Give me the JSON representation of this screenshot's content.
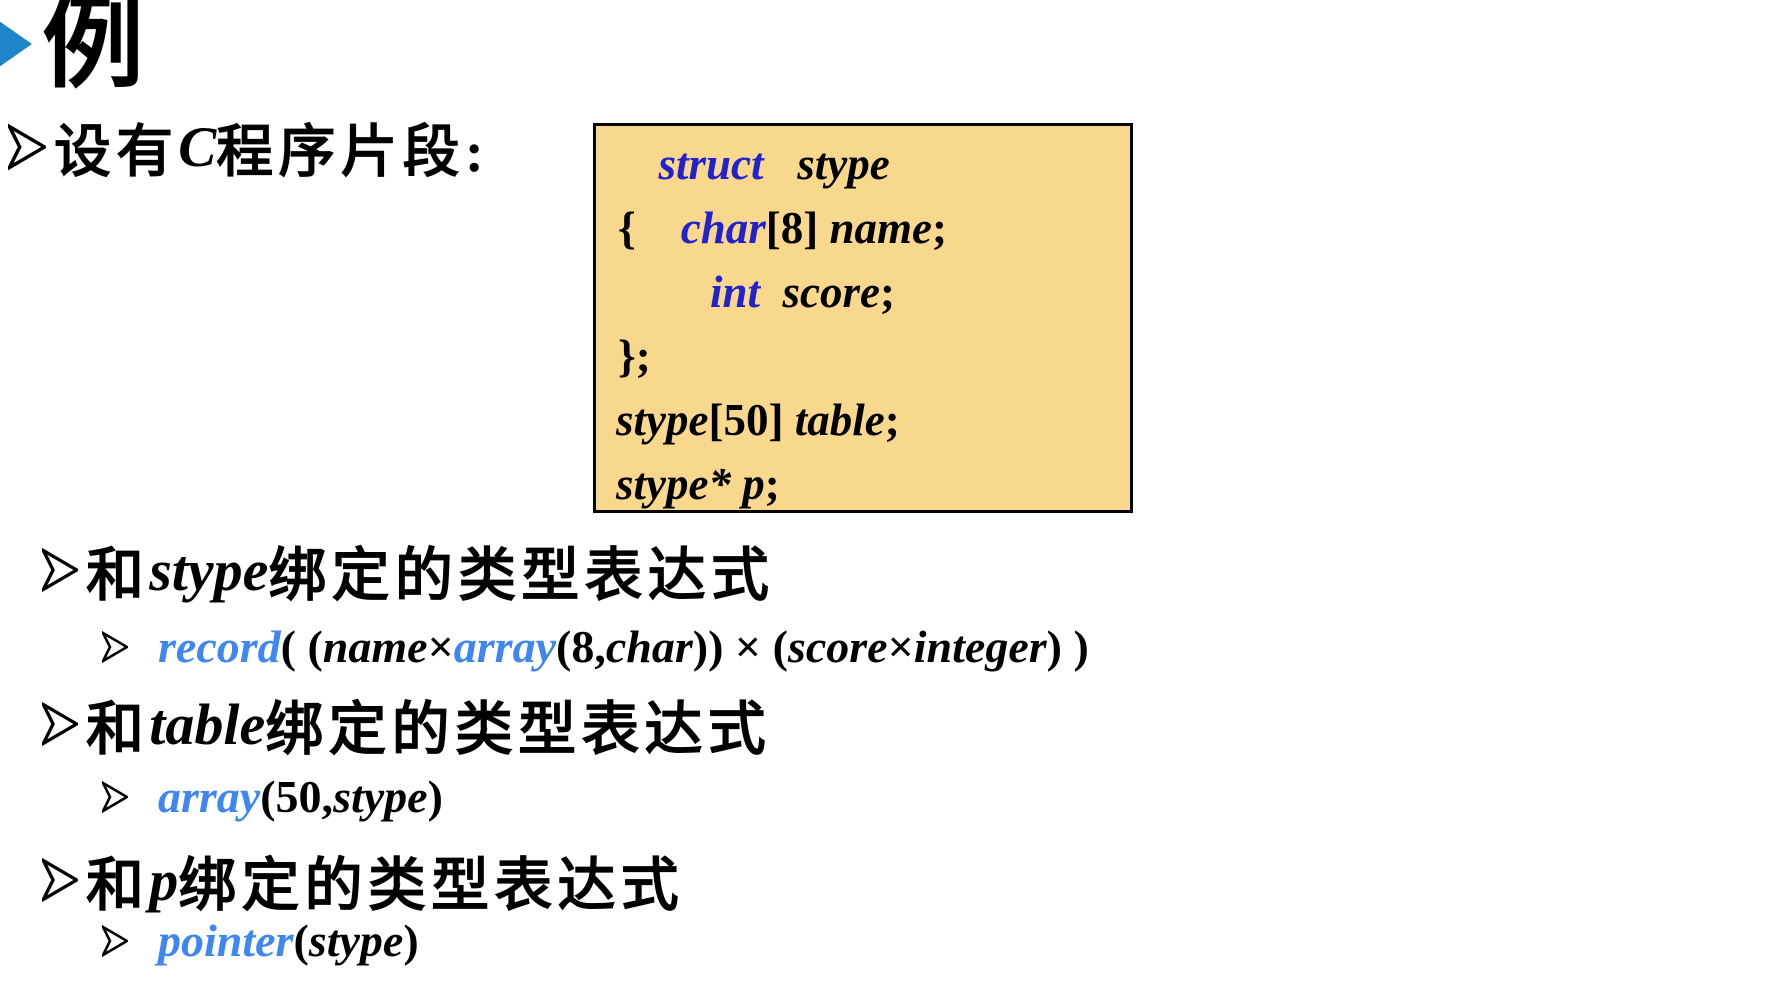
{
  "colors": {
    "title_arrow_blue": "#1E86C8",
    "code_keyword_blue": "#2222CC",
    "expr_keyword_blue": "#3E86F0",
    "code_box_bg": "#F8D88C",
    "code_box_border": "#000000",
    "text_black": "#000000"
  },
  "title": "例",
  "intro": {
    "segments": [
      {
        "text": "设有",
        "style": "cn"
      },
      {
        "text": "C",
        "style": "id"
      },
      {
        "text": "程序片段:",
        "style": "cn"
      }
    ]
  },
  "code_box": {
    "lines": [
      {
        "segments": [
          {
            "text": "  struct",
            "style": "ckw"
          },
          {
            "text": "   stype",
            "style": "cit"
          }
        ]
      },
      {
        "segments": [
          {
            "text": "{    ",
            "style": "cup"
          },
          {
            "text": "char",
            "style": "ckw"
          },
          {
            "text": "[8] ",
            "style": "cup"
          },
          {
            "text": "name",
            "style": "cit"
          },
          {
            "text": ";",
            "style": "cup"
          }
        ]
      },
      {
        "segments": [
          {
            "text": "int",
            "style": "ckw"
          },
          {
            "text": "  score",
            "style": "cit"
          },
          {
            "text": ";",
            "style": "cup"
          }
        ]
      },
      {
        "segments": [
          {
            "text": "};",
            "style": "cup"
          }
        ]
      },
      {
        "segments": [
          {
            "text": "stype",
            "style": "cit"
          },
          {
            "text": "[50] ",
            "style": "cup"
          },
          {
            "text": "table",
            "style": "cit"
          },
          {
            "text": ";",
            "style": "cup"
          }
        ]
      },
      {
        "segments": [
          {
            "text": "stype* p",
            "style": "cit"
          },
          {
            "text": ";",
            "style": "cup"
          }
        ]
      }
    ]
  },
  "sections": [
    {
      "heading": [
        {
          "text": "和",
          "style": "cn"
        },
        {
          "text": "stype",
          "style": "id"
        },
        {
          "text": "绑定的类型表达式",
          "style": "cn"
        }
      ],
      "expression": [
        {
          "text": "record",
          "style": "kw"
        },
        {
          "text": " ( (",
          "style": "op"
        },
        {
          "text": "name",
          "style": "id"
        },
        {
          "text": "×",
          "style": "op"
        },
        {
          "text": "array",
          "style": "kw"
        },
        {
          "text": "(8, ",
          "style": "op"
        },
        {
          "text": "char",
          "style": "id"
        },
        {
          "text": ")) × (",
          "style": "op"
        },
        {
          "text": "score",
          "style": "id"
        },
        {
          "text": " × ",
          "style": "op"
        },
        {
          "text": "integer",
          "style": "id"
        },
        {
          "text": ") )",
          "style": "op"
        }
      ]
    },
    {
      "heading": [
        {
          "text": "和",
          "style": "cn"
        },
        {
          "text": "table",
          "style": "id"
        },
        {
          "text": "绑定的类型表达式",
          "style": "cn"
        }
      ],
      "expression": [
        {
          "text": "array",
          "style": "kw"
        },
        {
          "text": " (50, ",
          "style": "op"
        },
        {
          "text": "stype",
          "style": "id"
        },
        {
          "text": ")",
          "style": "op"
        }
      ]
    },
    {
      "heading": [
        {
          "text": "和",
          "style": "cn"
        },
        {
          "text": "p",
          "style": "id"
        },
        {
          "text": "绑定的类型表达式",
          "style": "cn"
        }
      ],
      "expression": [
        {
          "text": "pointer",
          "style": "kw"
        },
        {
          "text": " (",
          "style": "op"
        },
        {
          "text": "stype",
          "style": "id"
        },
        {
          "text": ")",
          "style": "op"
        }
      ]
    }
  ]
}
